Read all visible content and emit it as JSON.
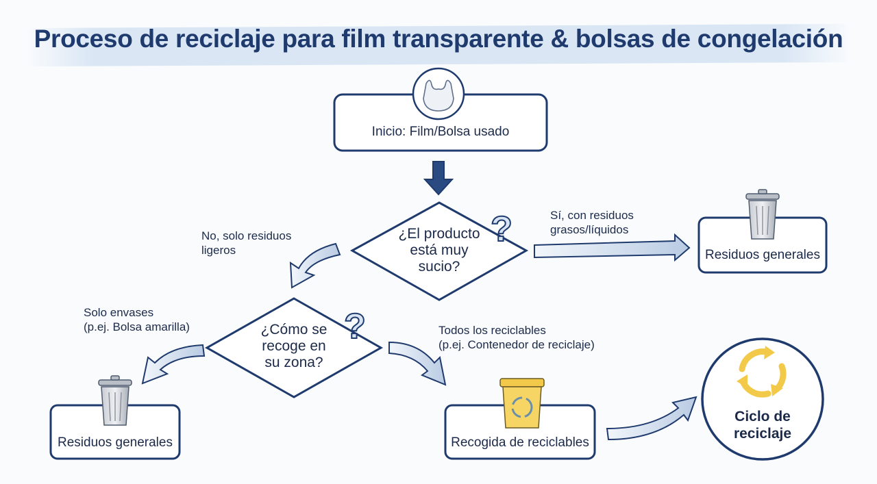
{
  "title": "Proceso de reciclaje para film transparente & bolsas de congelación",
  "nodes": {
    "start": "Inicio: Film/Bolsa usado",
    "decision1": {
      "line1": "¿El producto",
      "line2": "está muy",
      "line3": "sucio?"
    },
    "general_waste_top": "Residuos generales",
    "decision2": {
      "line1": "¿Cómo se",
      "line2": "recoge en",
      "line3": "su zona?"
    },
    "general_waste_bottom": "Residuos generales",
    "recycling_collection": "Recogida de reciclables",
    "cycle": {
      "line1": "Ciclo de",
      "line2": "reciclaje"
    }
  },
  "edges": {
    "yes_dirty": {
      "line1": "Sí, con residuos",
      "line2": "grasos/líquidos"
    },
    "no_light": {
      "line1": "No, solo residuos",
      "line2": "ligeros"
    },
    "only_packaging": {
      "line1": "Solo envases",
      "line2": "(p.ej. Bolsa amarilla)"
    },
    "all_recyclables": {
      "line1": "Todos los reciclables",
      "line2": "(p.ej. Contenedor de reciclaje)"
    }
  },
  "icons": {
    "start": "plastic-bag-icon",
    "decision": "question-mark-icon",
    "waste": "trash-bin-icon",
    "recycle_bin": "recycling-bin-icon",
    "cycle": "recycle-arrows-icon"
  },
  "colors": {
    "navy": "#1f3a6d",
    "arrow_fill": "#dde7f3",
    "recycle_yellow": "#f3c94a"
  }
}
